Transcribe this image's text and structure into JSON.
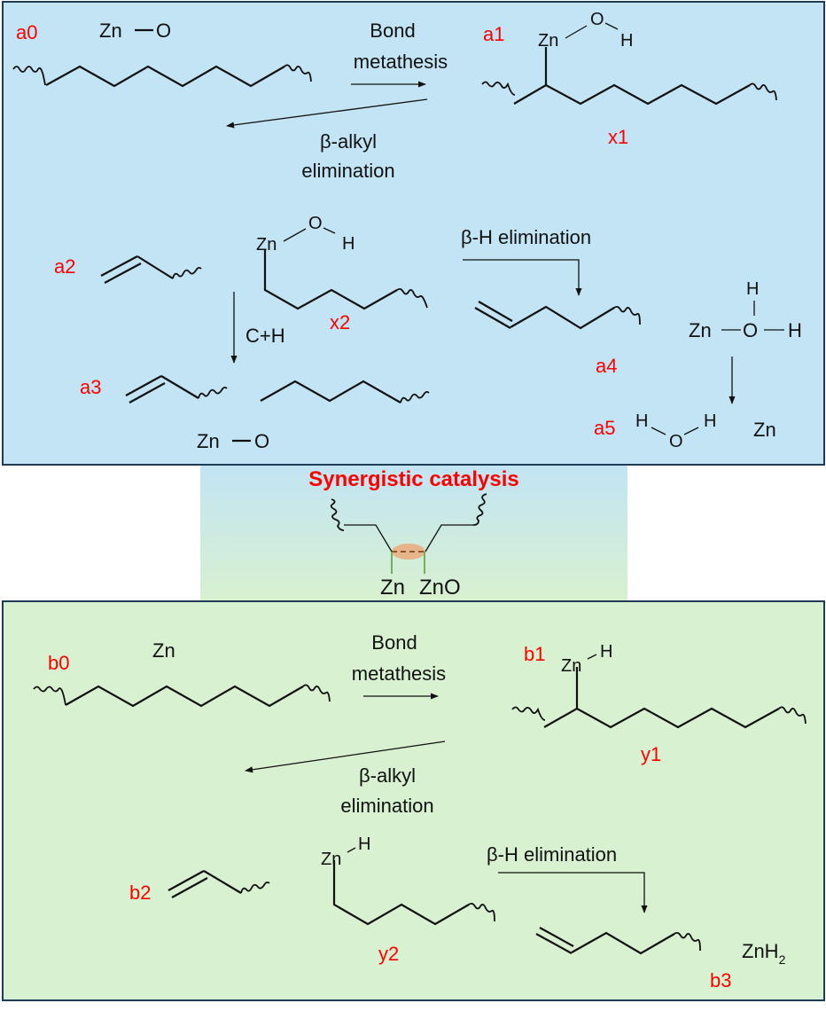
{
  "panel_a": {
    "labels": {
      "a0": "a0",
      "a1": "a1",
      "a2": "a2",
      "a3": "a3",
      "a4": "a4",
      "a5": "a5",
      "x1": "x1",
      "x2": "x2"
    },
    "zn_o_top": {
      "zn": "Zn",
      "o": "O"
    },
    "a1_group": {
      "zn": "Zn",
      "o": "O",
      "h": "H"
    },
    "x2_group": {
      "zn": "Zn",
      "o": "O",
      "h": "H"
    },
    "zn_o_bottom": {
      "zn": "Zn",
      "o": "O"
    },
    "zn_oh2": {
      "zn": "Zn",
      "o": "O",
      "h_top": "H",
      "h_right": "H"
    },
    "water": {
      "h_left": "H",
      "o": "O",
      "h_right": "H"
    },
    "zn_free": "Zn",
    "arrow_bond_metathesis": [
      "Bond",
      "metathesis"
    ],
    "arrow_beta_alkyl": [
      "β-alkyl",
      "elimination"
    ],
    "arrow_beta_h": "β-H elimination",
    "arrow_ch": "C+H"
  },
  "middle": {
    "title": "Synergistic catalysis",
    "zn": "Zn",
    "zno": "ZnO",
    "ellipse_color": "#e8b48a",
    "title_color": "#ff0000"
  },
  "panel_b": {
    "labels": {
      "b0": "b0",
      "b1": "b1",
      "b2": "b2",
      "b3": "b3",
      "y1": "y1",
      "y2": "y2"
    },
    "zn_top": "Zn",
    "b1_group": {
      "zn": "Zn",
      "h": "H"
    },
    "y2_group": {
      "zn": "Zn",
      "h": "H"
    },
    "znh2": {
      "zn": "ZnH",
      "sub": "2"
    },
    "arrow_bond_metathesis": [
      "Bond",
      "metathesis"
    ],
    "arrow_beta_alkyl": [
      "β-alkyl",
      "elimination"
    ],
    "arrow_beta_h": "β-H elimination"
  },
  "colors": {
    "panel_a_bg": "#c2e4f4",
    "panel_b_bg": "#d8f1d0",
    "border": "#1f3b57",
    "label": "#ff0000",
    "zn_bond": "#6aa84f"
  }
}
